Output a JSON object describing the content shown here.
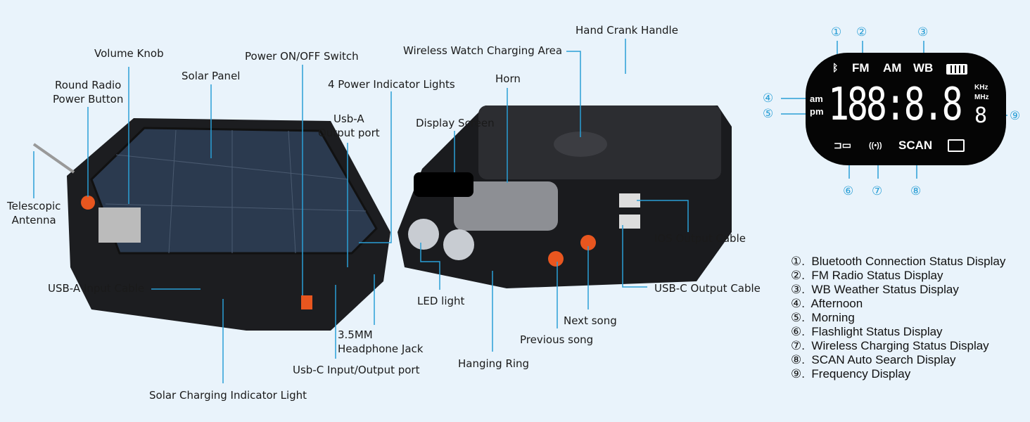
{
  "labels": {
    "hand_crank": "Hand Crank Handle",
    "wireless_watch": "Wireless Watch Charging Area",
    "volume_knob": "Volume Knob",
    "power_switch": "Power ON/OFF Switch",
    "radio_power": "Round Radio\nPower Button",
    "solar_panel": "Solar Panel",
    "power_lights": "4 Power Indicator Lights",
    "horn": "Horn",
    "usb_a_output": "Usb-A\nOutput port",
    "display_screen": "Display Screen",
    "antenna": "Telescopic\nAntenna",
    "ios_cable": "IOS Output Cable",
    "usb_a_input": "USB-A Input Cable",
    "usb_c_output": "USB-C Output Cable",
    "led_light": "LED light",
    "next_song": "Next song",
    "headphone": "3.5MM\nHeadphone Jack",
    "previous_song": "Previous song",
    "hanging_ring": "Hanging Ring",
    "usb_c_io": "Usb-C Input/Output port",
    "solar_indicator": "Solar Charging Indicator Light"
  },
  "display": {
    "fm": "FM",
    "am": "AM",
    "wb": "WB",
    "am_small": "am",
    "pm_small": "pm",
    "digits": "188:8.8",
    "small_digit": "8",
    "khz": "KHz",
    "mhz": "MHz",
    "scan": "SCAN",
    "numbers": [
      "①",
      "②",
      "③",
      "④",
      "⑤",
      "⑥",
      "⑦",
      "⑧",
      "⑨"
    ]
  },
  "legend": [
    "①.  Bluetooth Connection Status Display",
    "②.  FM Radio Status Display",
    "③.  WB Weather Status Display",
    "④.  Afternoon",
    "⑤.  Morning",
    "⑥.  Flashlight Status Display",
    "⑦.  Wireless Charging Status Display",
    "⑧.  SCAN Auto Search Display",
    "⑨.  Frequency Display"
  ],
  "colors": {
    "accent": "#2a9fd6",
    "background": "#e9f3fb",
    "button": "#e8561f"
  }
}
